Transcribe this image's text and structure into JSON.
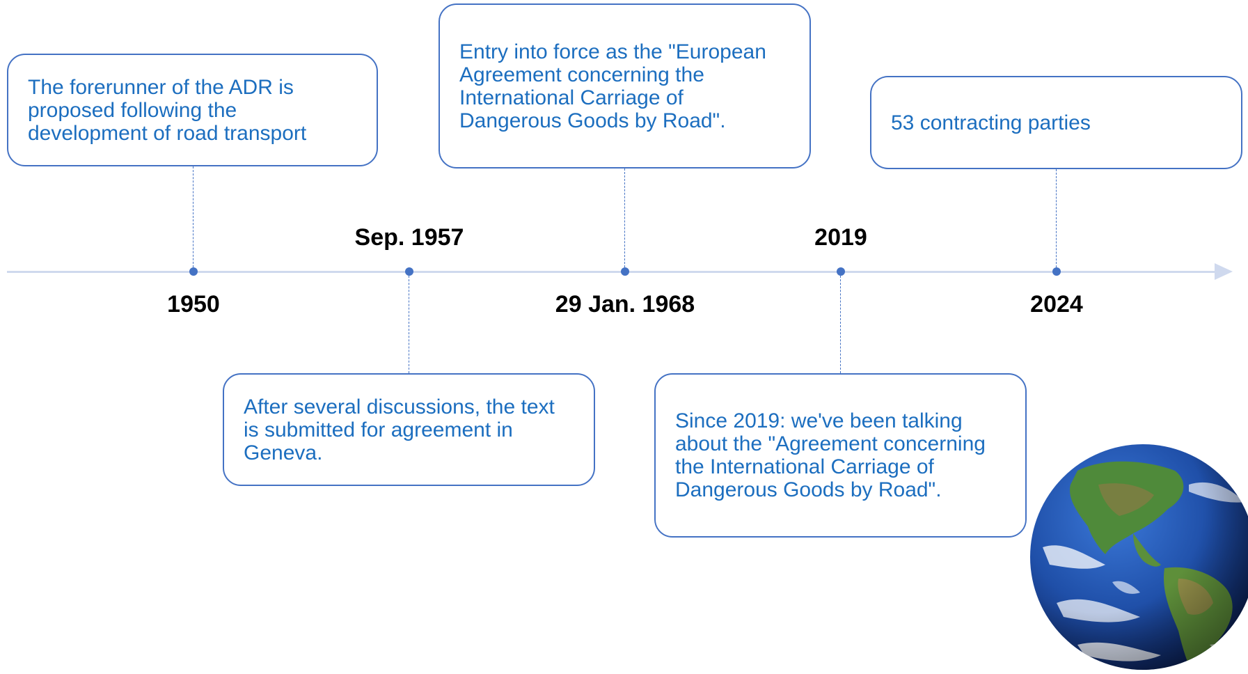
{
  "colors": {
    "accent": "#4472c4",
    "axis": "#cfd9ee",
    "card_text": "#1c6ebf",
    "label_text": "#000000"
  },
  "timeline": {
    "events": [
      {
        "year": "1950",
        "text": "The forerunner of the ADR is proposed following the development of road transport"
      },
      {
        "year": "Sep. 1957",
        "text": "After several discussions, the text is submitted for agreement in Geneva."
      },
      {
        "year": "29 Jan. 1968",
        "text": "Entry into force as the \"European Agreement concerning the International Carriage of Dangerous Goods by Road\"."
      },
      {
        "year": "2019",
        "text": "Since 2019: we've been talking about the \"Agreement concerning the International Carriage of Dangerous Goods by Road\"."
      },
      {
        "year": "2024",
        "text": "53 contracting parties"
      }
    ]
  },
  "decoration": {
    "image": "earth-globe-icon"
  }
}
